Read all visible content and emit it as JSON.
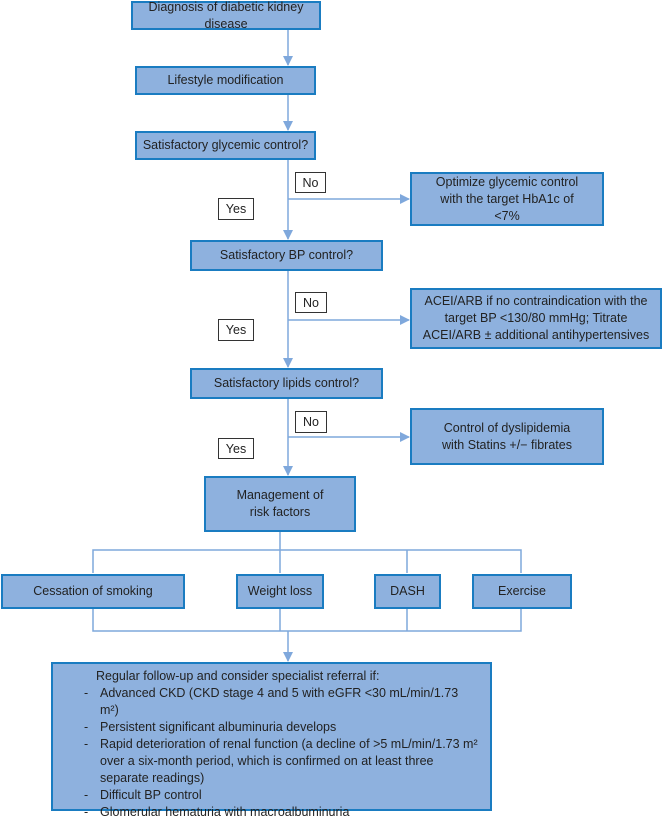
{
  "colors": {
    "box_fill": "#8eb1de",
    "box_border": "#1a7cc1",
    "connector": "#7fa8dc"
  },
  "nodes": {
    "diagnosis": "Diagnosis of diabetic kidney disease",
    "lifestyle": "Lifestyle modification",
    "glycemic_q": "Satisfactory glycemic control?",
    "glycemic_action": "Optimize glycemic control with the target HbA1c of <7%",
    "bp_q": "Satisfactory BP control?",
    "bp_action": "ACEI/ARB if no contraindication with the target BP <130/80 mmHg; Titrate ACEI/ARB ± additional antihypertensives",
    "lipids_q": "Satisfactory lipids control?",
    "lipids_action": "Control of dyslipidemia with Statins +/− fibrates",
    "risk": "Management of risk factors",
    "smoking": "Cessation of smoking",
    "weight": "Weight loss",
    "dash": "DASH",
    "exercise": "Exercise"
  },
  "labels": {
    "no": "No",
    "yes": "Yes"
  },
  "followup": {
    "heading": "Regular follow-up and consider specialist referral if:",
    "items": [
      "Advanced CKD (CKD stage 4 and 5 with eGFR <30 mL/min/1.73 m²)",
      "Persistent significant albuminuria develops",
      "Rapid deterioration of renal function (a decline of >5 mL/min/1.73 m² over a six-month period, which is confirmed on at least three separate readings)",
      "Difficult BP control",
      "Glomerular hematuria with macroalbuminuria"
    ]
  }
}
